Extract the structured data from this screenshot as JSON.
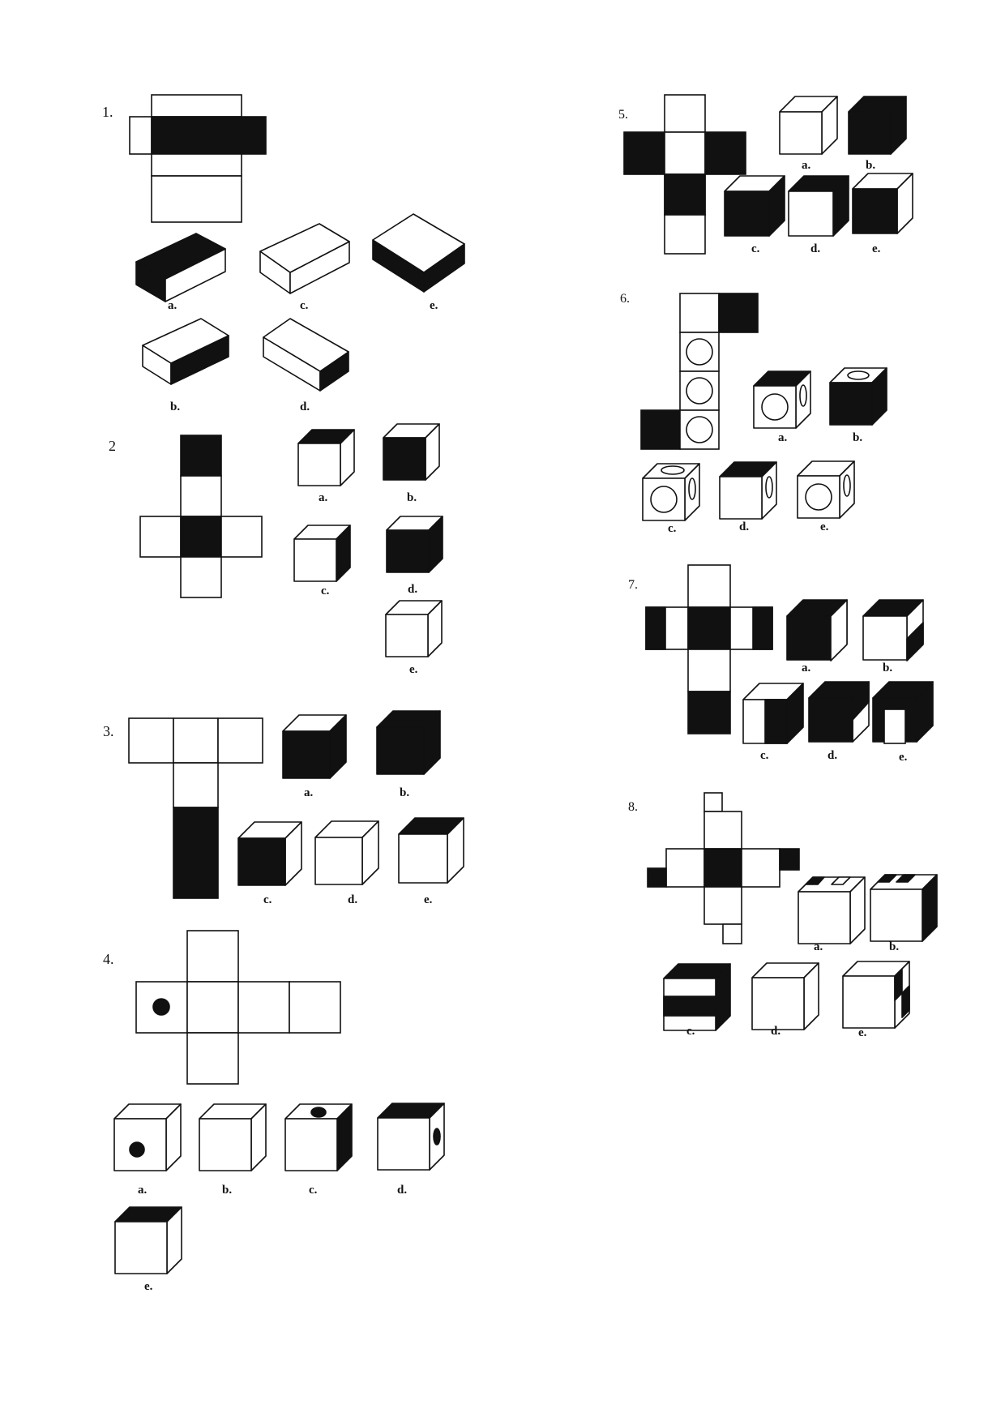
{
  "worksheet": {
    "colors": {
      "ink": "#111111",
      "paper": "#ffffff"
    },
    "questions": [
      {
        "number": "1.",
        "options": [
          "a.",
          "b.",
          "c.",
          "d.",
          "e."
        ]
      },
      {
        "number": "2",
        "options": [
          "a.",
          "b.",
          "c.",
          "d.",
          "e."
        ]
      },
      {
        "number": "3.",
        "options": [
          "a.",
          "b.",
          "c.",
          "d.",
          "e."
        ]
      },
      {
        "number": "4.",
        "options": [
          "a.",
          "b.",
          "c.",
          "d.",
          "e."
        ]
      },
      {
        "number": "5.",
        "options": [
          "a.",
          "b.",
          "c.",
          "d.",
          "e."
        ]
      },
      {
        "number": "6.",
        "options": [
          "a.",
          "b.",
          "c.",
          "d.",
          "e."
        ]
      },
      {
        "number": "7.",
        "options": [
          "a.",
          "b.",
          "c.",
          "d.",
          "e."
        ]
      },
      {
        "number": "8.",
        "options": [
          "a.",
          "b.",
          "c.",
          "d.",
          "e."
        ]
      }
    ]
  }
}
